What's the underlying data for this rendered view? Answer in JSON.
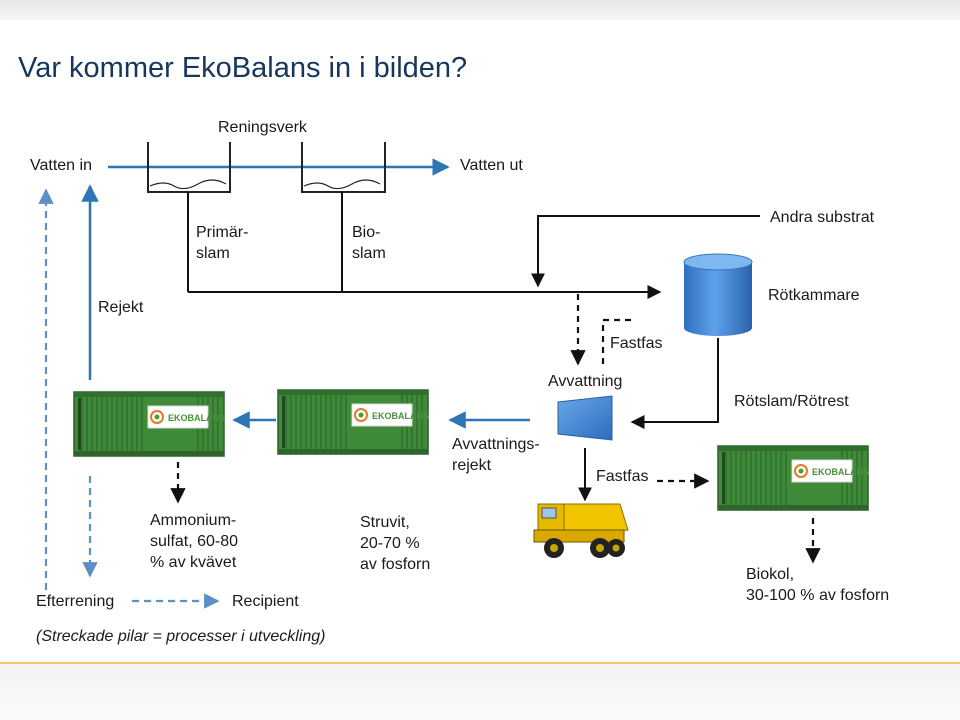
{
  "title": "Var kommer EkoBalans in i bilden?",
  "labels": {
    "reningsverk": "Reningsverk",
    "vatten_in": "Vatten in",
    "vatten_ut": "Vatten ut",
    "primarslam_1": "Primär-",
    "primarslam_2": "slam",
    "bioslam_1": "Bio-",
    "bioslam_2": "slam",
    "andra_substrat": "Andra substrat",
    "rejekt": "Rejekt",
    "rotkammare": "Rötkammare",
    "fastfas_top": "Fastfas",
    "avvattning": "Avvattning",
    "rotslam": "Rötslam/Rötrest",
    "avvattningsrejekt_1": "Avvattnings-",
    "avvattningsrejekt_2": "rejekt",
    "fastfas_bottom": "Fastfas",
    "ammonium_1": "Ammonium-",
    "ammonium_2": "sulfat, 60-80",
    "ammonium_3": "% av kvävet",
    "struvit_1": "Struvit,",
    "struvit_2": "20-70 %",
    "struvit_3": "av fosforn",
    "biokol_1": "Biokol,",
    "biokol_2": "30-100 % av fosforn",
    "efterrening": "Efterrening",
    "recipient": "Recipient"
  },
  "container_logo": "EKOBALANS",
  "note": "(Streckade pilar = processer i utveckling)",
  "colors": {
    "title": "#17365d",
    "arrow_blue": "#2e75b6",
    "arrow_dashed_blue": "#5b8fc7",
    "container_green": "#3f8b3a",
    "tank_blue": "#3a7fd0",
    "truck_yellow": "#f2c400"
  }
}
